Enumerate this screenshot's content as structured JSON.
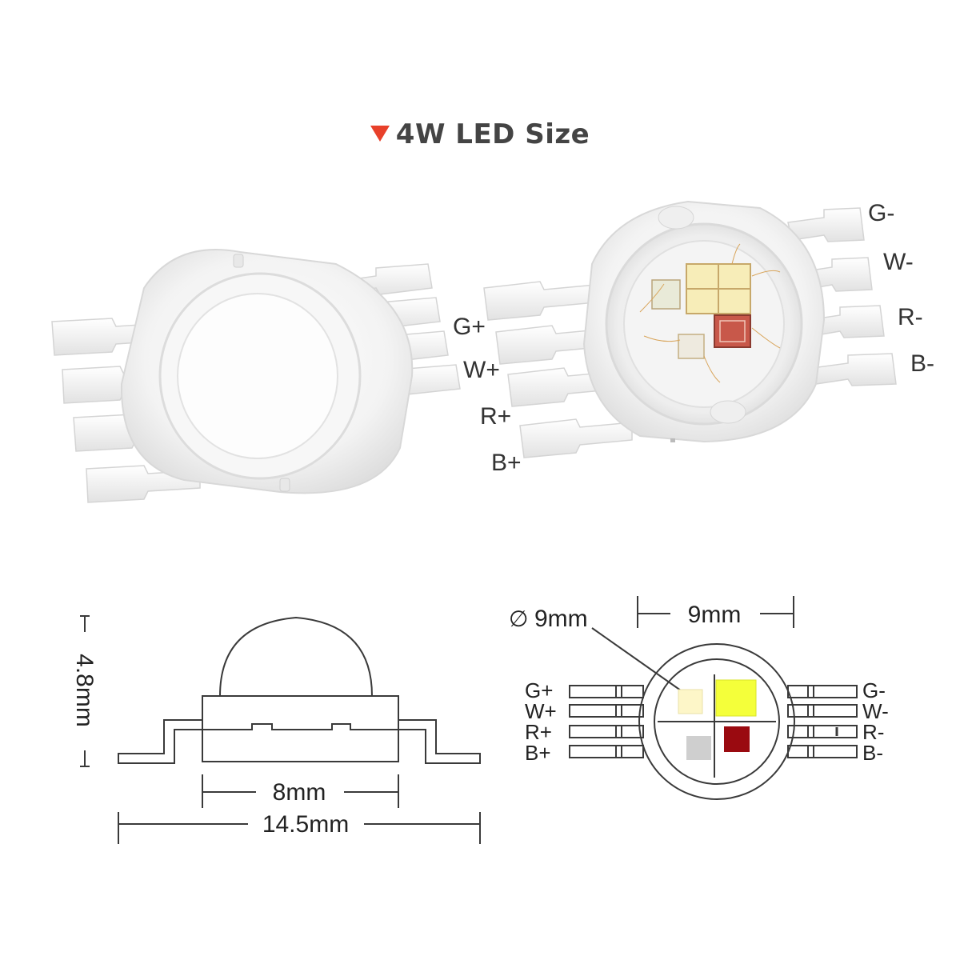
{
  "title": "4W LED Size",
  "colors": {
    "accent_triangle": "#e8402a",
    "chip_white": "#fdf6c8",
    "chip_yellow": "#f4ff3a",
    "chip_red": "#9a0a10",
    "chip_gray": "#cfcfcf",
    "drawing_line": "#3a3a3a"
  },
  "photo": {
    "right_pins_left_side": [
      "G+",
      "W+",
      "R+",
      "B+"
    ],
    "right_pins_right_side": [
      "G-",
      "W-",
      "R-",
      "B-"
    ]
  },
  "side_view": {
    "height_label": "4.8mm",
    "body_width_label": "8mm",
    "total_width_label": "14.5mm"
  },
  "top_view": {
    "diameter_label": "9mm",
    "diameter_symbol": "∅",
    "width_label": "9mm",
    "left_pins": [
      "G+",
      "W+",
      "R+",
      "B+"
    ],
    "right_pins": [
      "G-",
      "W-",
      "R-",
      "B-"
    ]
  }
}
